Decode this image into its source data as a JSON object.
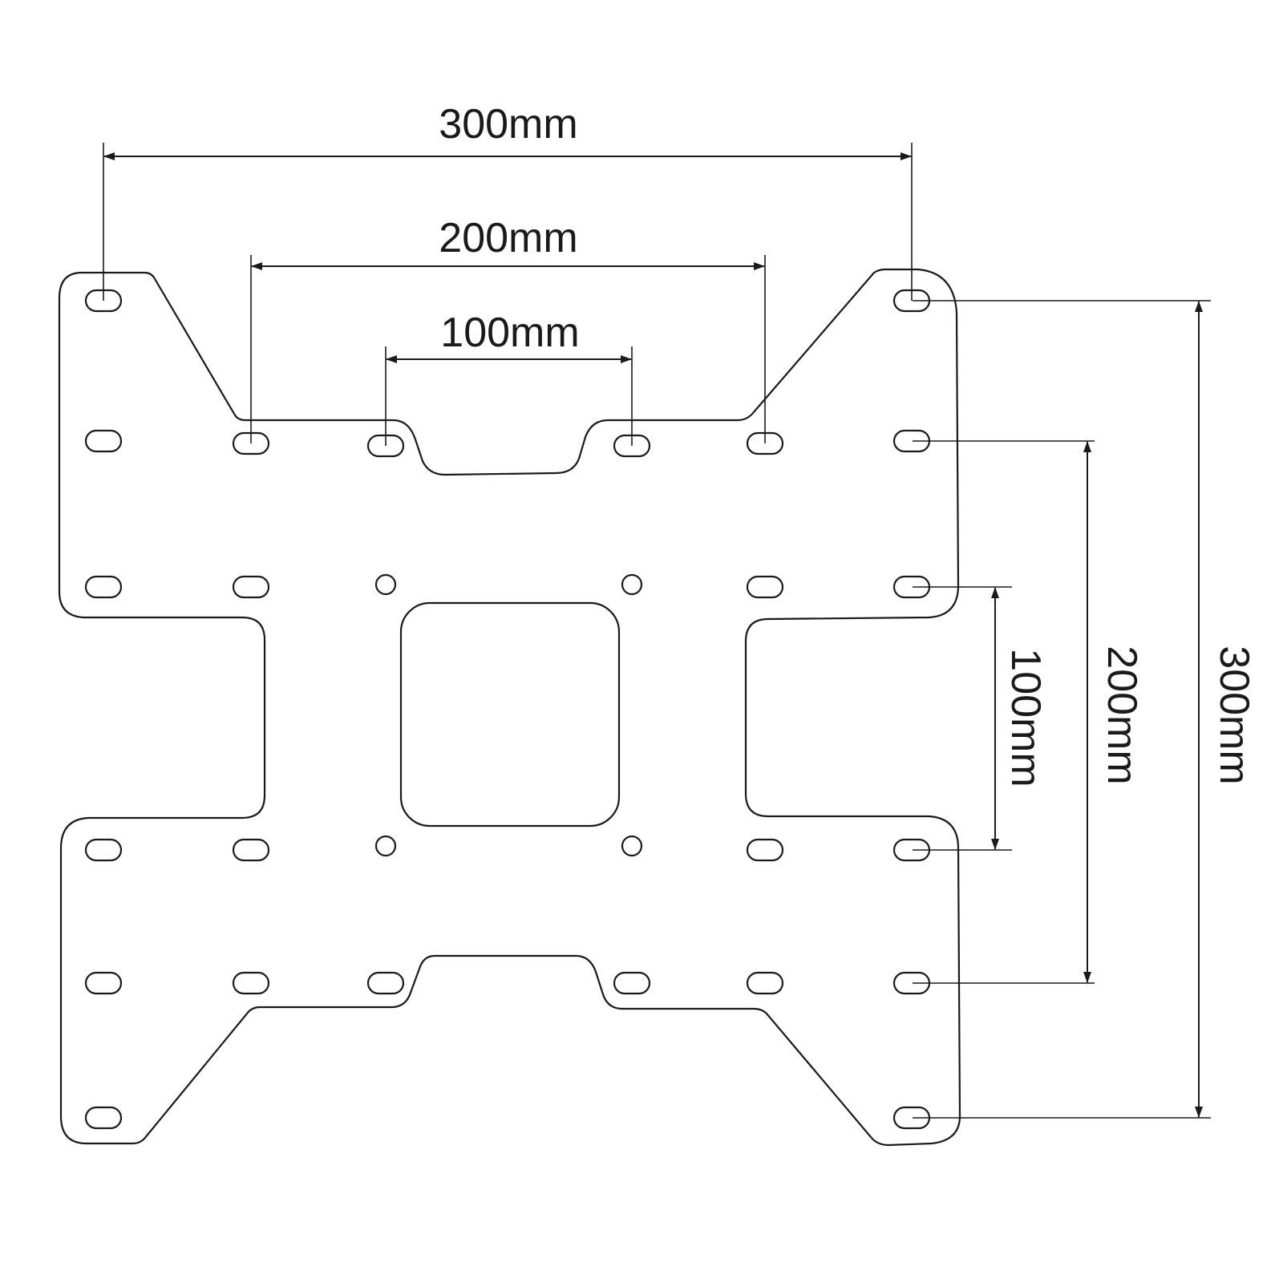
{
  "dimensions": {
    "horizontal": {
      "d300": "300mm",
      "d200": "200mm",
      "d100": "100mm"
    },
    "vertical": {
      "d100": "100mm",
      "d200": "200mm",
      "d300": "300mm"
    }
  },
  "colors": {
    "line": "#1a1a1a",
    "background": "#ffffff"
  }
}
